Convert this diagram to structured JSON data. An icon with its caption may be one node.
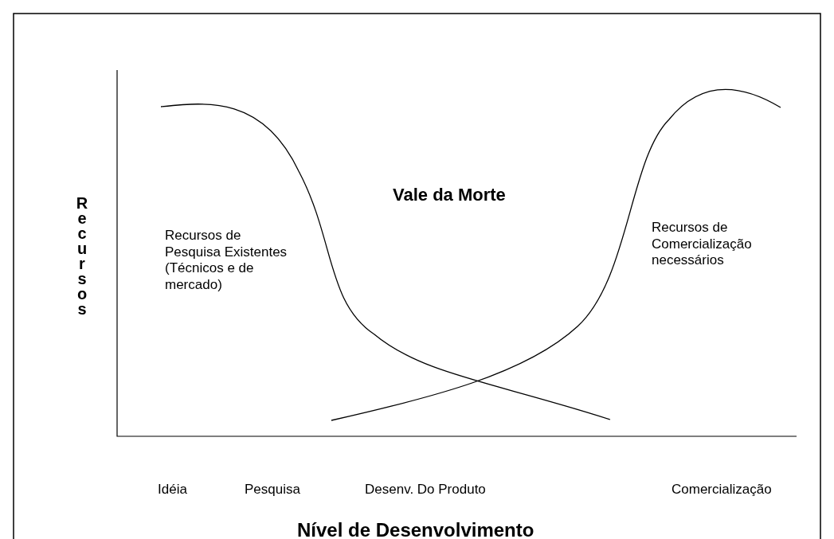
{
  "diagram": {
    "labels": [
      "Recursos",
      "Vale da Morte",
      "Recursos de Pesquisa Existentes (Técnicos e de mercado)",
      "Recursos de Comercialização necessários",
      "Idéia",
      "Pesquisa",
      "Desenv. Do Produto",
      "Comercialização",
      "Nível de Desenvolvimento"
    ]
  }
}
